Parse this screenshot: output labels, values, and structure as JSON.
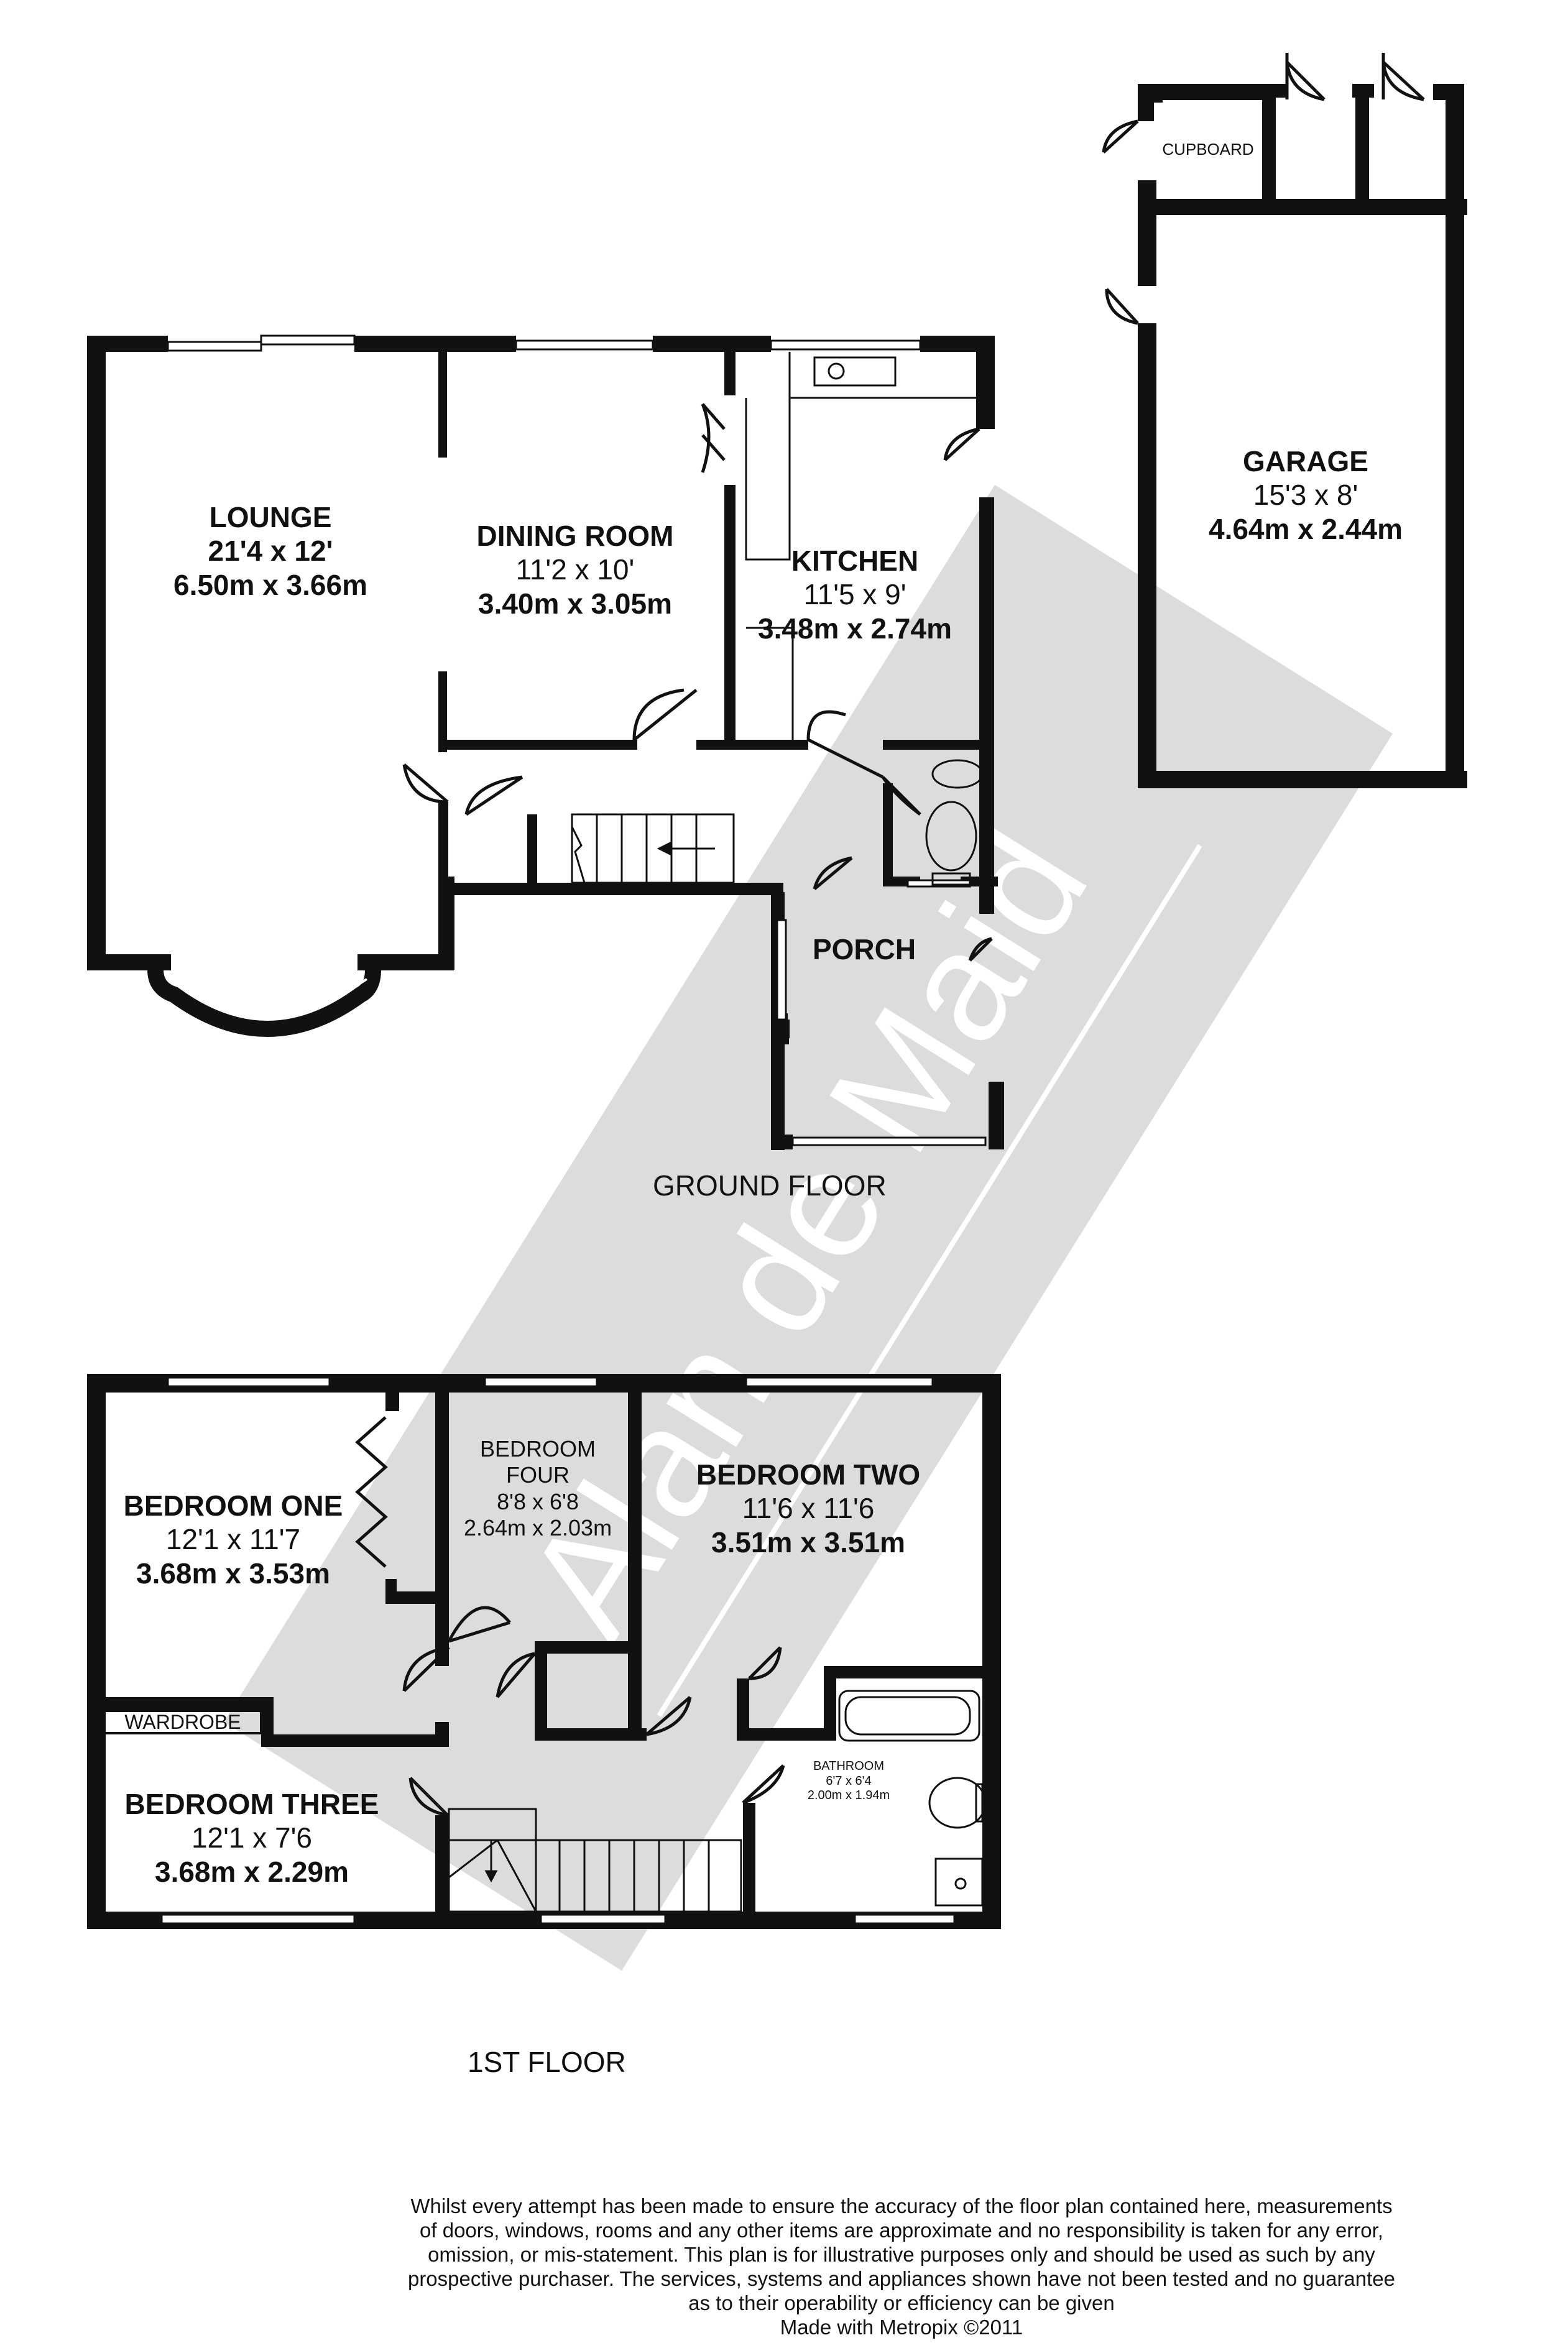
{
  "ground_floor": {
    "title": "GROUND FLOOR",
    "rooms": [
      {
        "name": "LOUNGE",
        "imperial": "21'4 x 12'",
        "metric": "6.50m x 3.66m"
      },
      {
        "name": "DINING ROOM",
        "imperial": "11'2 x 10'",
        "metric": "3.40m x 3.05m"
      },
      {
        "name": "KITCHEN",
        "imperial": "11'5 x 9'",
        "metric": "3.48m x 2.74m"
      },
      {
        "name": "GARAGE",
        "imperial": "15'3 x 8'",
        "metric": "4.64m x 2.44m"
      },
      {
        "name": "PORCH"
      },
      {
        "name": "CUPBOARD"
      }
    ]
  },
  "first_floor": {
    "title": "1ST FLOOR",
    "rooms": [
      {
        "name": "BEDROOM ONE",
        "imperial": "12'1 x 11'7",
        "metric": "3.68m x 3.53m"
      },
      {
        "name_line1": "BEDROOM",
        "name_line2": "FOUR",
        "imperial": "8'8 x 6'8",
        "metric": "2.64m x 2.03m"
      },
      {
        "name": "BEDROOM TWO",
        "imperial": "11'6 x 11'6",
        "metric": "3.51m x 3.51m"
      },
      {
        "name": "WARDROBE"
      },
      {
        "name": "BEDROOM THREE",
        "imperial": "12'1 x 7'6",
        "metric": "3.68m x 2.29m"
      },
      {
        "name": "BATHROOM",
        "imperial": "6'7 x 6'4",
        "metric": "2.00m x 1.94m"
      }
    ]
  },
  "watermark": "Alan de Maid",
  "disclaimer": [
    "Whilst every attempt has been made to ensure the accuracy of the floor plan contained here, measurements",
    "of doors, windows, rooms and any other items are approximate and no responsibility is taken for any error,",
    "omission, or mis-statement. This plan is for illustrative purposes only and should be used as such by any",
    "prospective purchaser. The services, systems and appliances shown have not been tested and no guarantee",
    "as to their operability or efficiency can be given",
    "Made with Metropix ©2011"
  ]
}
